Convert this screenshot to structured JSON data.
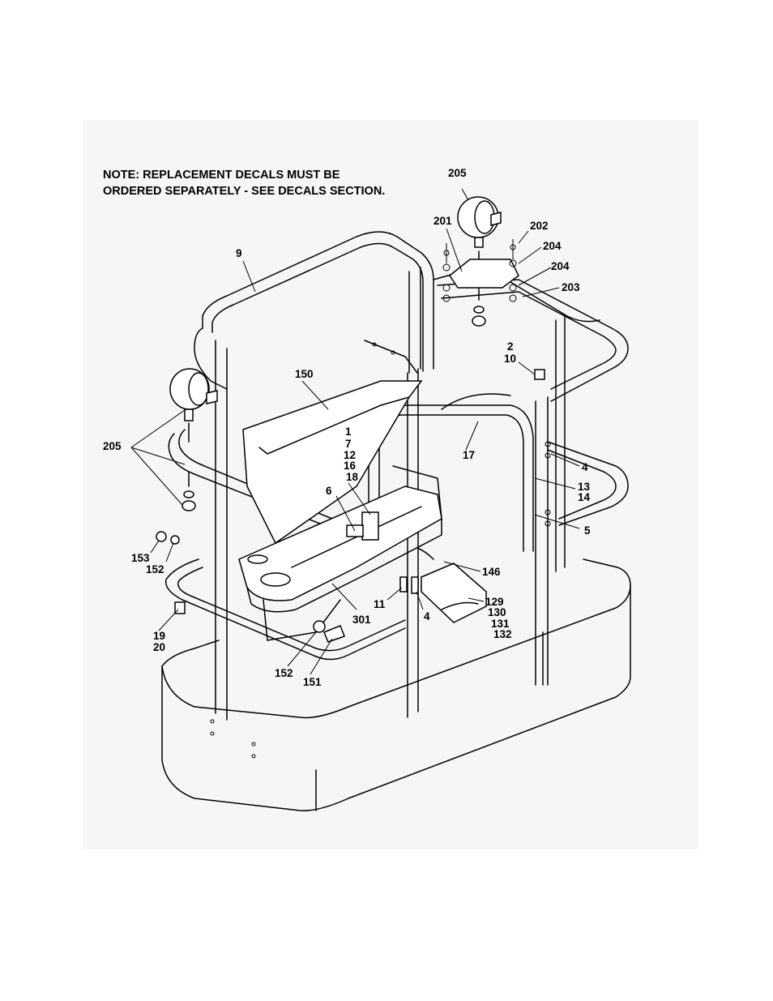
{
  "note": {
    "line1": "NOTE: REPLACEMENT DECALS MUST BE",
    "line2": "ORDERED SEPARATELY - SEE DECALS SECTION."
  },
  "callouts": {
    "c205_top": "205",
    "c201": "201",
    "c202": "202",
    "c204_a": "204",
    "c204_b": "204",
    "c203": "203",
    "c9": "9",
    "c2_10": [
      "2",
      "10"
    ],
    "c150": "150",
    "c205_left": "205",
    "c1_group": [
      "1",
      "7",
      "12",
      "16",
      "18"
    ],
    "c17": "17",
    "c4_right": "4",
    "c6": "6",
    "c13_14": [
      "13",
      "14"
    ],
    "c5": "5",
    "c153": "153",
    "c152_a": "152",
    "c146": "146",
    "c11": "11",
    "c4_mid": "4",
    "c129_group": [
      "129",
      "130",
      "131",
      "132"
    ],
    "c301": "301",
    "c19_20": [
      "19",
      "20"
    ],
    "c152_b": "152",
    "c151": "151"
  }
}
